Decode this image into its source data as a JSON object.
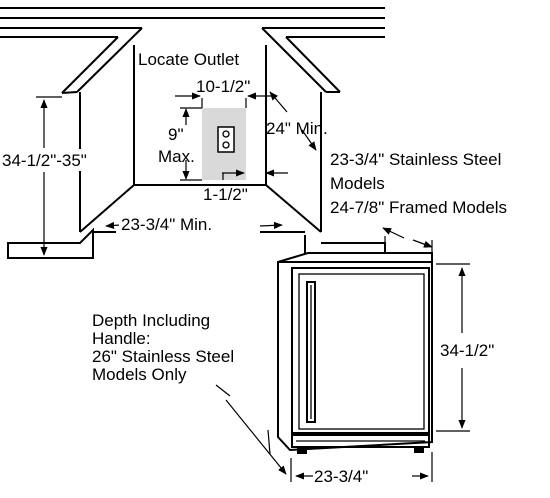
{
  "labels": {
    "locate_outlet": "Locate Outlet",
    "outlet_width": "10-1/2\"",
    "outlet_height_value": "9\"",
    "outlet_height_max": "Max.",
    "opening_depth": "24\" Min.",
    "opening_height": "34-1/2\"-35\"",
    "outlet_offset": "1-1/2\"",
    "opening_width": "23-3/4\" Min.",
    "unit_width_line1": "23-3/4\" Stainless Steel",
    "unit_width_line2": "Models",
    "unit_width_line3": "24-7/8\" Framed Models",
    "depth_line1": "Depth Including",
    "depth_line2": "Handle:",
    "depth_line3": "26\" Stainless Steel",
    "depth_line4": "Models Only",
    "unit_height": "34-1/2\"",
    "unit_width": "23-3/4\""
  },
  "colors": {
    "outlet_zone": "#d9d9d9",
    "line": "#000000",
    "background": "#ffffff"
  }
}
